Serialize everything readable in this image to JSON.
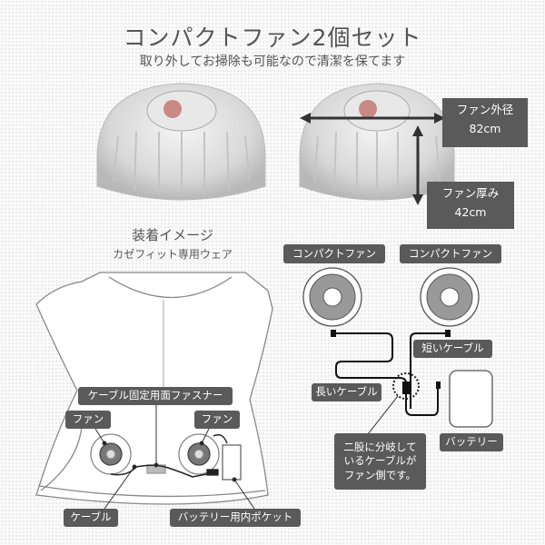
{
  "header": {
    "title": "コンパクトファン2個セット",
    "subtitle": "取り外してお掃除も可能なので清潔を保てます"
  },
  "dimensions": {
    "diameter_label": "ファン外径",
    "diameter_value": "82cm",
    "thickness_label": "ファン厚み",
    "thickness_value": "42cm"
  },
  "wearing": {
    "heading": "装着イメージ",
    "subheading": "カゼフィット専用ウェア",
    "labels": {
      "fastener": "ケーブル固定用面ファスナー",
      "fan_left": "ファン",
      "fan_right": "ファン",
      "cable": "ケーブル",
      "battery_pocket": "バッテリー用内ポケット"
    }
  },
  "set_diagram": {
    "fan_left": "コンパクトファン",
    "fan_right": "コンパクトファン",
    "short_cable": "短いケーブル",
    "long_cable": "長いケーブル",
    "battery": "バッテリー",
    "split_note_1": "二股に分岐して",
    "split_note_2": "いるケーブルが",
    "split_note_3": "ファン側です。"
  },
  "colors": {
    "label_bg": "#5a5a5a",
    "text": "#555555"
  }
}
